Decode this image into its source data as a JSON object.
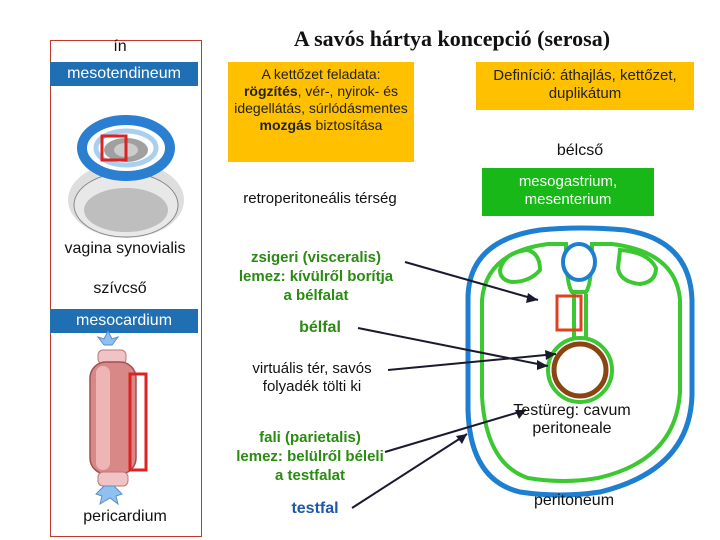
{
  "title": "A savós hártya koncepció (serosa)",
  "left": {
    "in_label": "ín",
    "mesotendineum": "mesotendineum",
    "vagina_synovialis": "vagina synovialis",
    "szivcso": "szívcső",
    "mesocardium": "mesocardium",
    "pericardium": "pericardium"
  },
  "middle": {
    "task_box": [
      "A kettőzet feladata:",
      "rögzítés",
      ", vér-, nyirok- és idegellátás, súrlódásmentes ",
      "mozgás",
      " biztosítása"
    ],
    "retroperitoneal": "retroperitoneális térség",
    "visceral": "zsigeri (visceralis) lemez: kívülről borítja a bélfalat",
    "belfal": "bélfal",
    "virtual_space": "virtuális tér, savós folyadék tölti ki",
    "parietal": "fali (parietalis) lemez: belülről béleli a testfalat",
    "testfal": "testfal"
  },
  "right": {
    "definition": "Definíció: áthajlás, kettőzet, duplikátum",
    "belcso": "bélcső",
    "mesogastrium": "mesogastrium, mesenterium",
    "testureg": "Testüreg: cavum peritoneale",
    "peritoneum": "peritoneum"
  },
  "colors": {
    "orange": "#ffc000",
    "blue": "#1f6fb2",
    "green": "#18b818",
    "serosa_blue": "#1e7fd0",
    "serosa_green": "#3cc832",
    "frame_red": "#c0392b"
  }
}
